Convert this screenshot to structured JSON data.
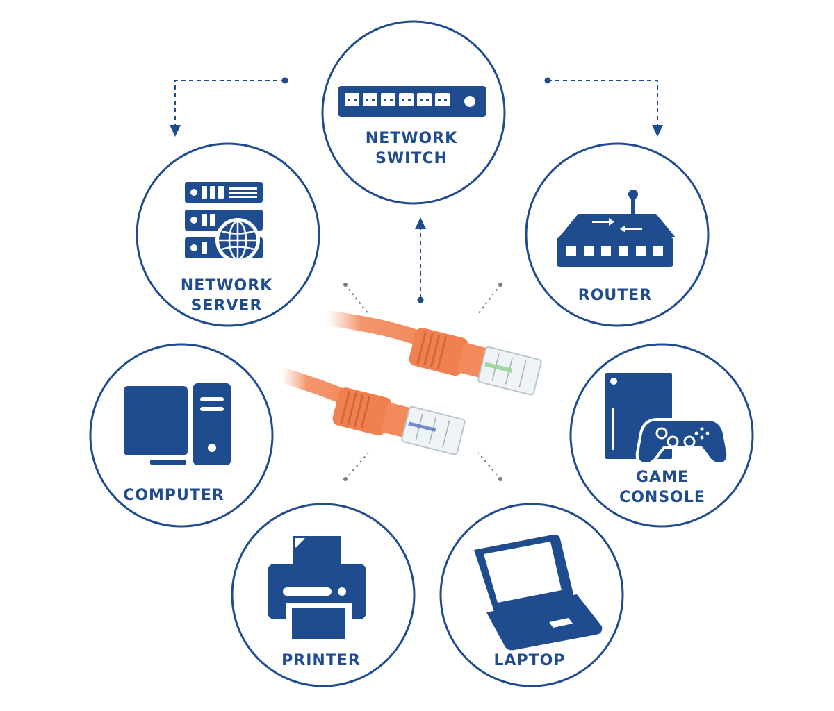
{
  "colors": {
    "primary": "#1f4b8f",
    "connector_gray": "#7a7a7a",
    "cable_orange": "#f28a5c",
    "background": "#ffffff"
  },
  "nodes": {
    "switch": {
      "line1": "NETWORK",
      "line2": "SWITCH",
      "icon": "network-switch-icon"
    },
    "server": {
      "line1": "NETWORK",
      "line2": "SERVER",
      "icon": "server-rack-globe-icon"
    },
    "router": {
      "line1": "ROUTER",
      "icon": "router-icon"
    },
    "computer": {
      "line1": "COMPUTER",
      "icon": "desktop-computer-icon"
    },
    "console": {
      "line1": "GAME",
      "line2": "CONSOLE",
      "icon": "game-console-icon"
    },
    "printer": {
      "line1": "PRINTER",
      "icon": "printer-icon"
    },
    "laptop": {
      "line1": "LAPTOP",
      "icon": "laptop-icon"
    }
  },
  "center": {
    "icon": "ethernet-cable-icon"
  }
}
